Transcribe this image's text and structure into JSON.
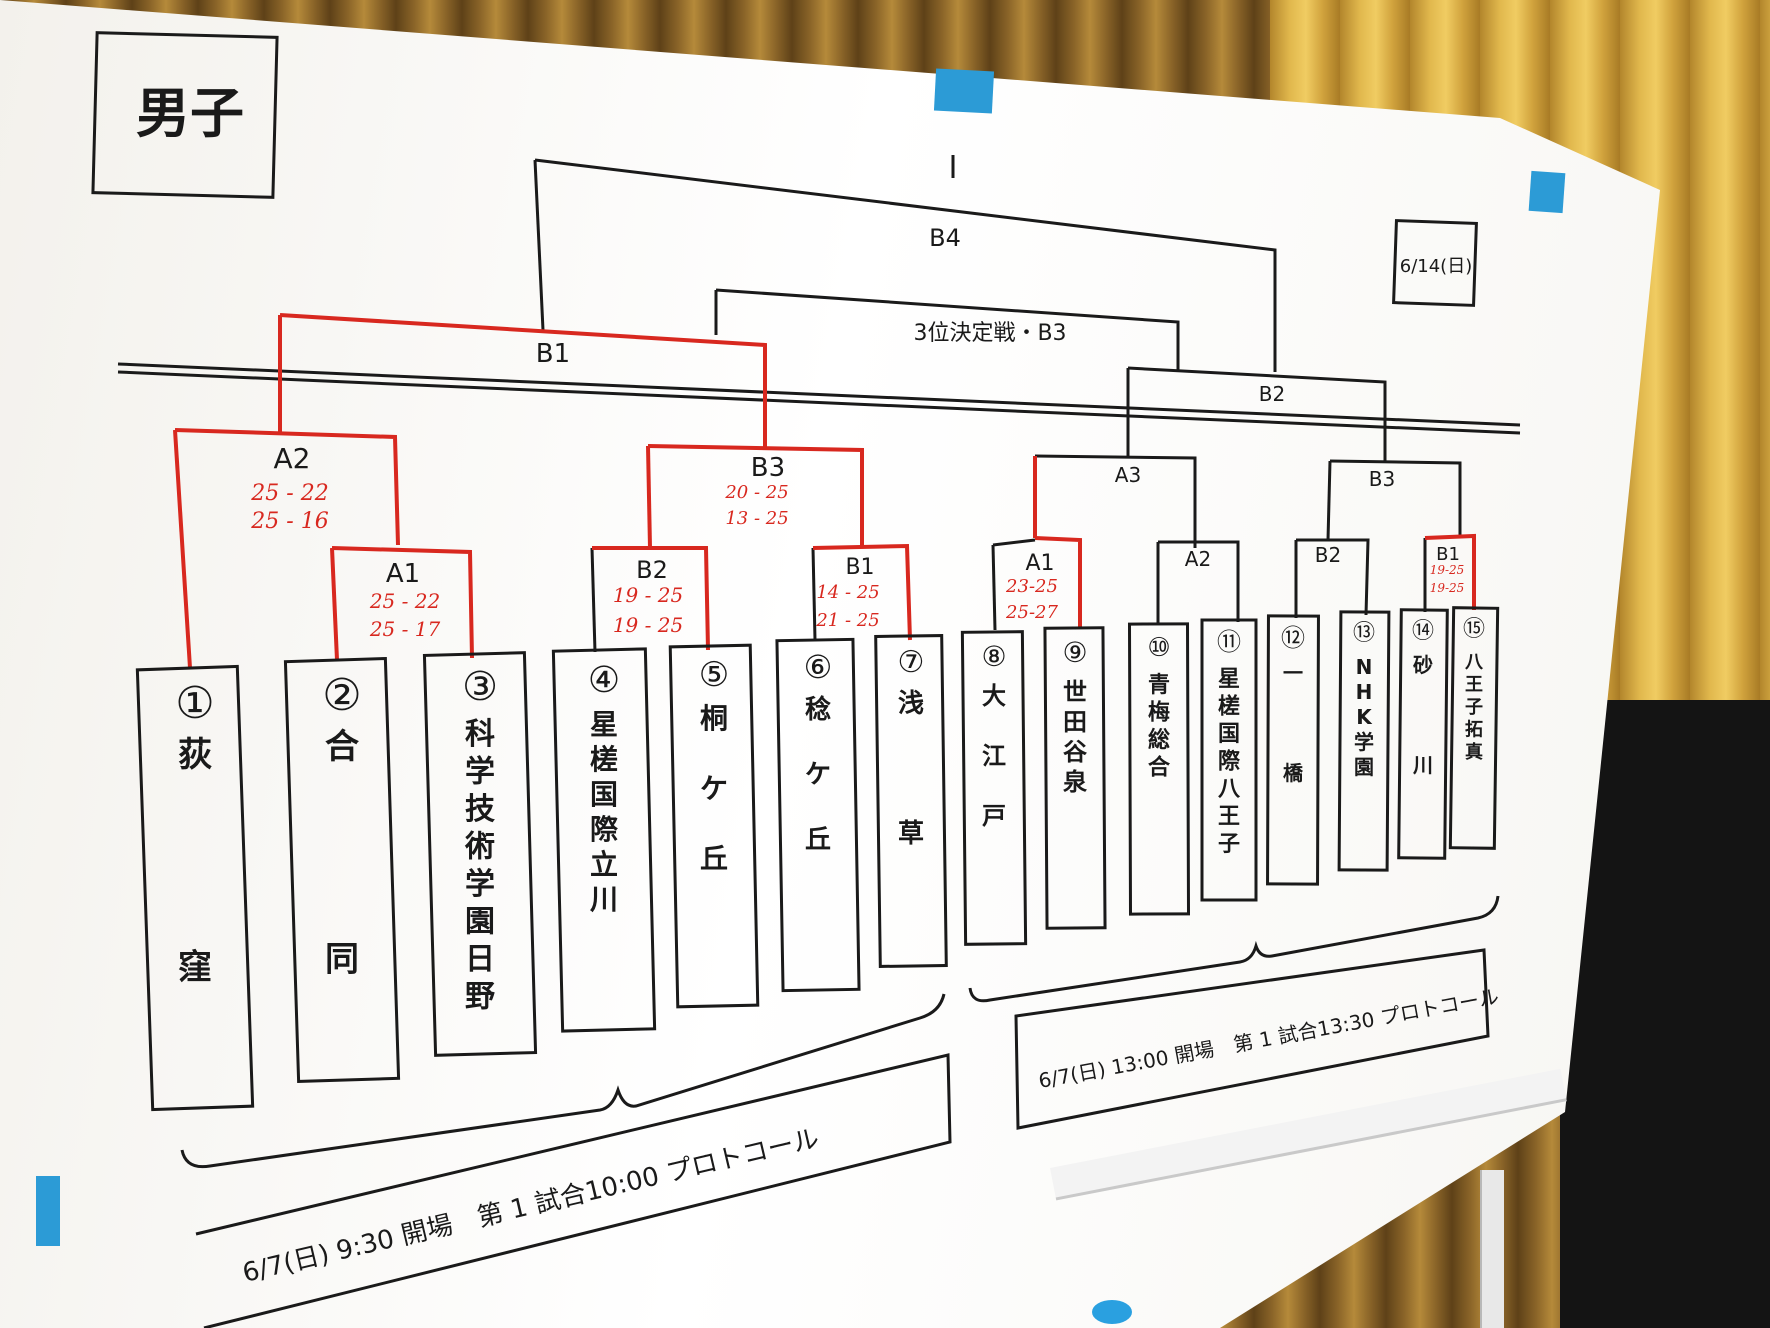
{
  "title": "男子",
  "final_date": "6/14(日)",
  "matches": {
    "B4": "B4",
    "B1_top": "B1",
    "third_place": "3位決定戦・B3",
    "B2_top": "B2",
    "A2_left": "A2",
    "B3_mid": "B3",
    "A3_right": "A3",
    "B3_right": "B3",
    "A1_left": "A1",
    "B2_left": "B2",
    "B1_left": "B1",
    "A1_right": "A1",
    "A2_right": "A2",
    "B2_right": "B2",
    "B1_right": "B1"
  },
  "scores": {
    "A2_left": [
      "25 - 22",
      "25 - 16"
    ],
    "A1_left": [
      "25 - 22",
      "25 - 17"
    ],
    "B3_mid": [
      "20 - 25",
      "13 - 25"
    ],
    "B2_left": [
      "19 - 25",
      "19 - 25"
    ],
    "B1_left": [
      "14 - 25",
      "21 - 25"
    ],
    "A1_right": [
      "23-25",
      "25-27"
    ],
    "B1_right": [
      "19-25",
      "19-25"
    ]
  },
  "teams": [
    {
      "num": "①",
      "name": "荻\n\n\n\n\n窪"
    },
    {
      "num": "②",
      "name": "合\n\n\n\n\n同"
    },
    {
      "num": "③",
      "name": "科\n学\n技\n術\n学\n園\n日\n野"
    },
    {
      "num": "④",
      "name": "星\n槎\n国\n際\n立\n川"
    },
    {
      "num": "⑤",
      "name": "桐\n\nケ\n\n丘"
    },
    {
      "num": "⑥",
      "name": "稔\n\nケ\n\n丘"
    },
    {
      "num": "⑦",
      "name": "浅\n\n\n\n草"
    },
    {
      "num": "⑧",
      "name": "大\n\n江\n\n戸"
    },
    {
      "num": "⑨",
      "name": "世\n田\n谷\n泉"
    },
    {
      "num": "⑩",
      "name": "青\n梅\n総\n合"
    },
    {
      "num": "⑪",
      "name": "星\n槎\n国\n際\n八\n王\n子"
    },
    {
      "num": "⑫",
      "name": "一\n\n\n\n橋"
    },
    {
      "num": "⑬",
      "name": "N\nH\nK\n学\n園"
    },
    {
      "num": "⑭",
      "name": "砂\n\n\n\n川"
    },
    {
      "num": "⑮",
      "name": "八\n王\n子\n拓\n真"
    }
  ],
  "schedule_left": "6/7(日) 9:30 開場　第 1 試合10:00 プロトコール",
  "schedule_right": "6/7(日) 13:00 開場　第 1 試合13:30 プロトコール"
}
